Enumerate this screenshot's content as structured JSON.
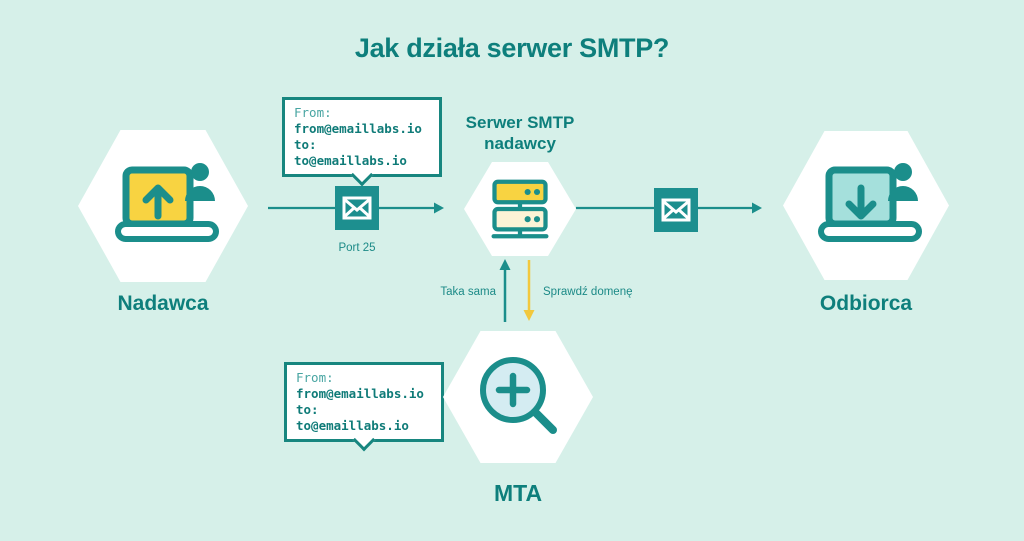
{
  "title": "Jak działa serwer SMTP?",
  "nodes": {
    "sender": {
      "label": "Nadawca",
      "icon": "laptop-upload-icon"
    },
    "server": {
      "label": "Serwer SMTP nadawcy",
      "icon": "server-icon"
    },
    "receiver": {
      "label": "Odbiorca",
      "icon": "laptop-download-icon"
    },
    "mta": {
      "label": "MTA",
      "icon": "magnifier-plus-icon"
    }
  },
  "flow": {
    "port_label": "Port 25",
    "up_arrow_label": "Taka sama",
    "down_arrow_label": "Sprawdź domenę",
    "mail_icon": "envelope-icon"
  },
  "message_boxes": {
    "top": {
      "lines": [
        "From:",
        "from@emaillabs.io",
        "to:",
        "to@emaillabs.io"
      ]
    },
    "bottom": {
      "lines": [
        "From:",
        "from@emaillabs.io",
        "to:",
        "to@emaillabs.io"
      ]
    }
  },
  "colors": {
    "background": "#d6f0e9",
    "teal_dark": "#0e7f7c",
    "teal_icon": "#1b8e8b",
    "teal_envelope_bg": "#1d8f8f",
    "yellow": "#f8d341",
    "yellow_arrow": "#f2c83d",
    "cream": "#fbf3d6",
    "aqua_screen": "#a5e0dc",
    "lens_blue": "#d4ecf2",
    "white": "#ffffff"
  }
}
